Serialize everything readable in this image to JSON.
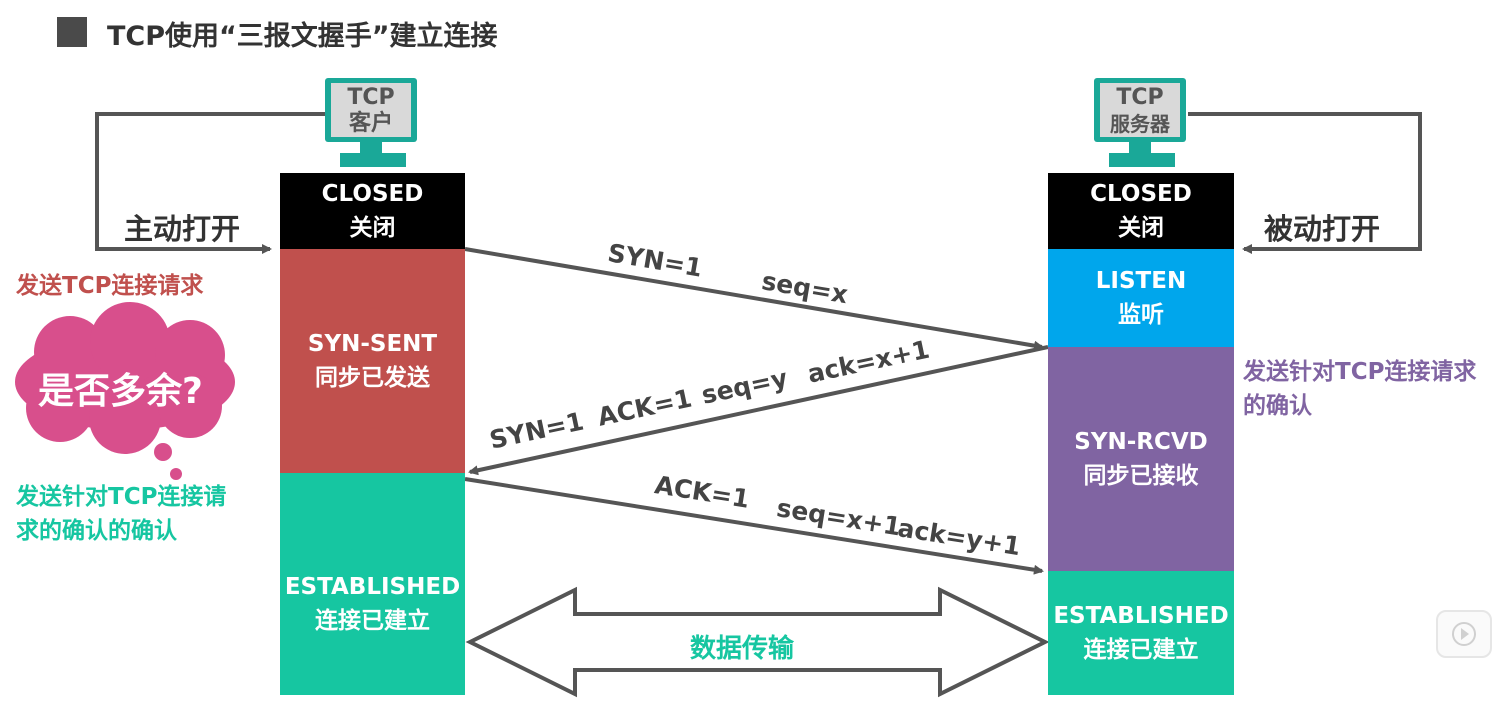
{
  "title": "TCP使用“三报文握手”建立连接",
  "client": {
    "monitor": [
      "TCP",
      "客户"
    ],
    "open_label": "主动打开",
    "states": [
      {
        "en": "CLOSED",
        "zh": "关闭",
        "color": "#000000"
      },
      {
        "en": "SYN-SENT",
        "zh": "同步已发送",
        "color": "#c0504d"
      },
      {
        "en": "ESTABLISHED",
        "zh": "连接已建立",
        "color": "#16c6a1"
      }
    ]
  },
  "server": {
    "monitor": [
      "TCP",
      "服务器"
    ],
    "open_label": "被动打开",
    "states": [
      {
        "en": "CLOSED",
        "zh": "关闭",
        "color": "#000000"
      },
      {
        "en": "LISTEN",
        "zh": "监听",
        "color": "#00a6ec"
      },
      {
        "en": "SYN-RCVD",
        "zh": "同步已接收",
        "color": "#8064a2"
      },
      {
        "en": "ESTABLISHED",
        "zh": "连接已建立",
        "color": "#16c6a1"
      }
    ]
  },
  "messages": {
    "m1": {
      "syn": "SYN=1",
      "seq": "seq=x"
    },
    "m2": {
      "syn": "SYN=1",
      "ack": "ACK=1",
      "seq": "seq=y",
      "ackn": "ack=x+1"
    },
    "m3": {
      "ack": "ACK=1",
      "seq": "seq=x+1",
      "ackn": "ack=y+1"
    }
  },
  "annotations": {
    "send_request": "发送TCP连接请求",
    "question": "是否多余?",
    "confirm_confirm": [
      "发送针对TCP连接请",
      "求的确认的确认"
    ],
    "server_confirm": [
      "发送针对TCP连接请求",
      "的确认"
    ],
    "data_transfer": "数据传输"
  },
  "colors": {
    "red_text": "#c0504d",
    "teal_text": "#16c6a1",
    "purple_text": "#8064a2",
    "cloud": "#d84f8c",
    "monitor": "#1aa898"
  },
  "icons": [
    "monitor-icon",
    "play-icon"
  ]
}
